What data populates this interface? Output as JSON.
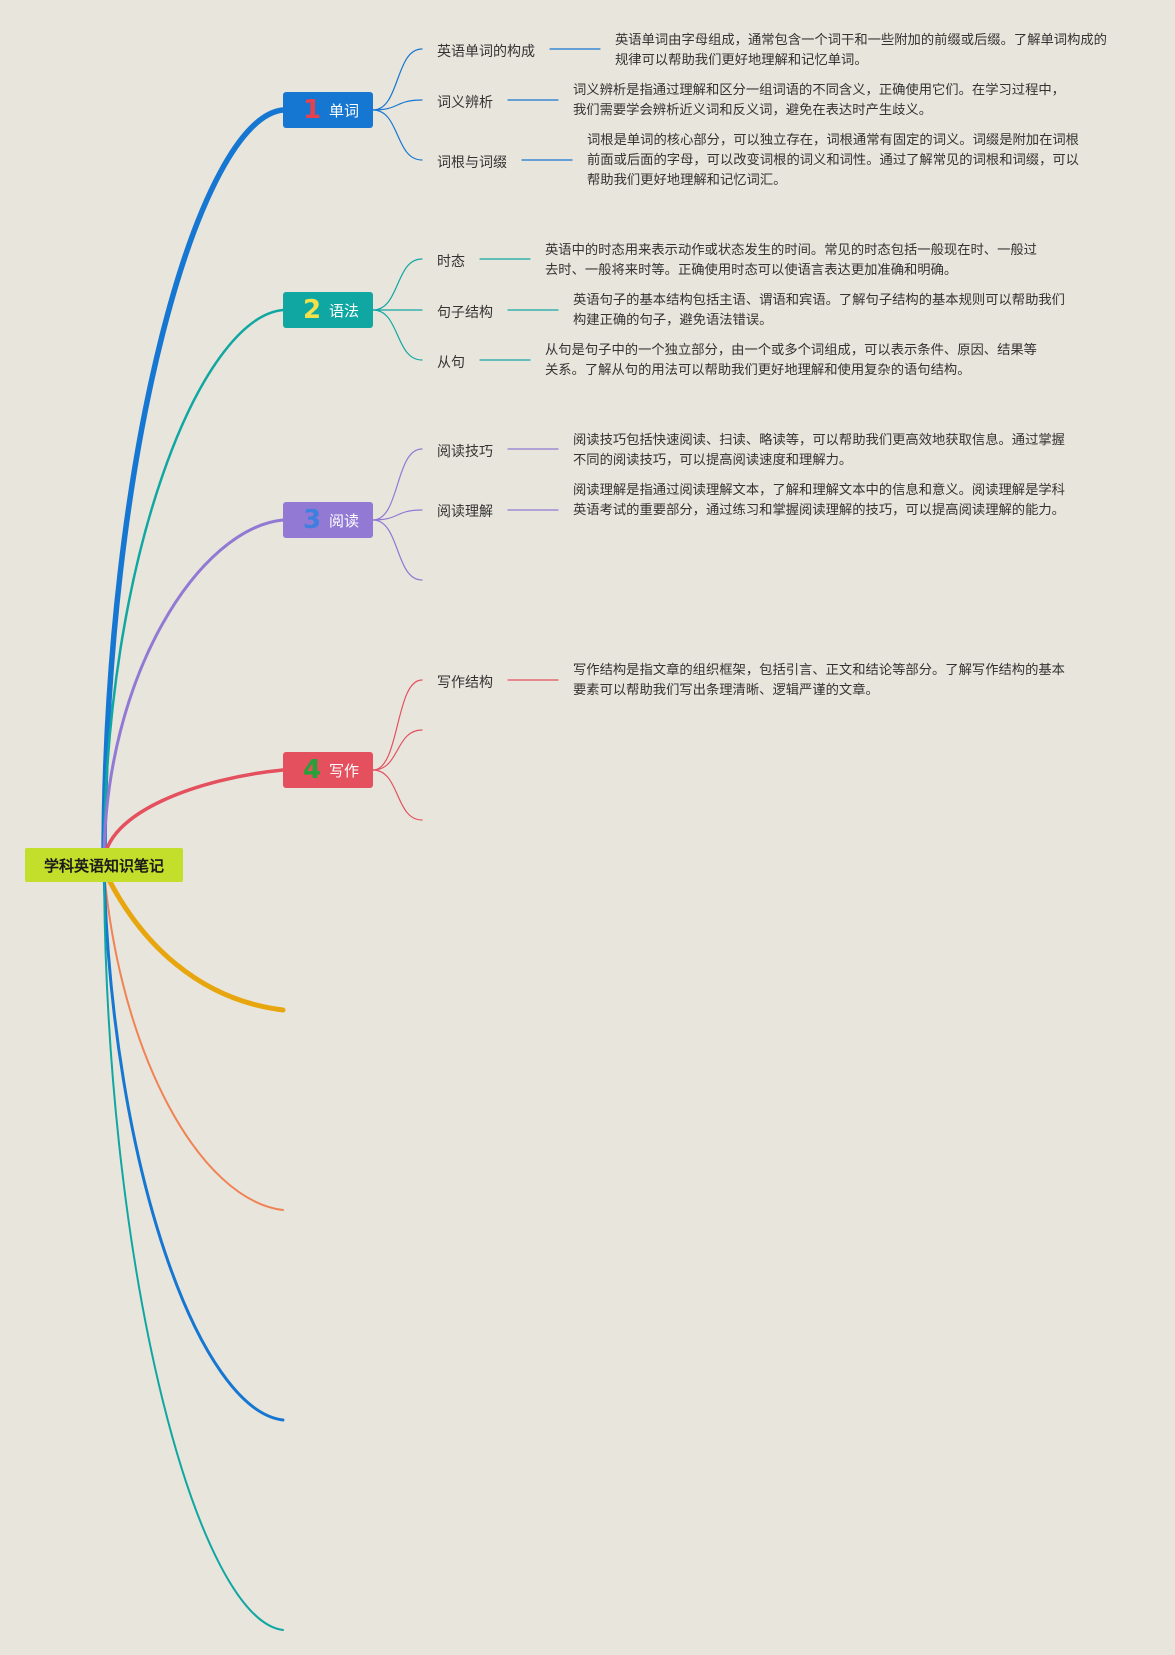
{
  "root": {
    "label": "学科英语知识笔记"
  },
  "branches": [
    {
      "number": "1",
      "label": "单词",
      "color": "#1677d2",
      "number_color": "#e5424d",
      "items": [
        {
          "label": "英语单词的构成",
          "desc": "英语单词由字母组成，通常包含一个词干和一些附加的前缀或后缀。了解单词构成的规律可以帮助我们更好地理解和记忆单词。"
        },
        {
          "label": "词义辨析",
          "desc": "词义辨析是指通过理解和区分一组词语的不同含义，正确使用它们。在学习过程中，我们需要学会辨析近义词和反义词，避免在表达时产生歧义。"
        },
        {
          "label": "词根与词缀",
          "desc": "词根是单词的核心部分，可以独立存在，词根通常有固定的词义。词缀是附加在词根前面或后面的字母，可以改变词根的词义和词性。通过了解常见的词根和词缀，可以帮助我们更好地理解和记忆词汇。"
        }
      ]
    },
    {
      "number": "2",
      "label": "语法",
      "color": "#10a7a3",
      "number_color": "#f2e14a",
      "items": [
        {
          "label": "时态",
          "desc": "英语中的时态用来表示动作或状态发生的时间。常见的时态包括一般现在时、一般过去时、一般将来时等。正确使用时态可以使语言表达更加准确和明确。"
        },
        {
          "label": "句子结构",
          "desc": "英语句子的基本结构包括主语、谓语和宾语。了解句子结构的基本规则可以帮助我们构建正确的句子，避免语法错误。"
        },
        {
          "label": "从句",
          "desc": "从句是句子中的一个独立部分，由一个或多个词组成，可以表示条件、原因、结果等关系。了解从句的用法可以帮助我们更好地理解和使用复杂的语句结构。"
        }
      ]
    },
    {
      "number": "3",
      "label": "阅读",
      "color": "#9179d4",
      "number_color": "#3f7fe0",
      "items": [
        {
          "label": "阅读技巧",
          "desc": "阅读技巧包括快速阅读、扫读、略读等，可以帮助我们更高效地获取信息。通过掌握不同的阅读技巧，可以提高阅读速度和理解力。"
        },
        {
          "label": "阅读理解",
          "desc": "阅读理解是指通过阅读理解文本，了解和理解文本中的信息和意义。阅读理解是学科英语考试的重要部分，通过练习和掌握阅读理解的技巧，可以提高阅读理解的能力。"
        }
      ]
    },
    {
      "number": "4",
      "label": "写作",
      "color": "#e4505e",
      "number_color": "#27a03a",
      "items": [
        {
          "label": "写作结构",
          "desc": "写作结构是指文章的组织框架，包括引言、正文和结论等部分。了解写作结构的基本要素可以帮助我们写出条理清晰、逻辑严谨的文章。"
        }
      ]
    }
  ],
  "empty_branch_colors": [
    "#e8a60e",
    "#f08354",
    "#1677d2",
    "#10a7a3"
  ]
}
